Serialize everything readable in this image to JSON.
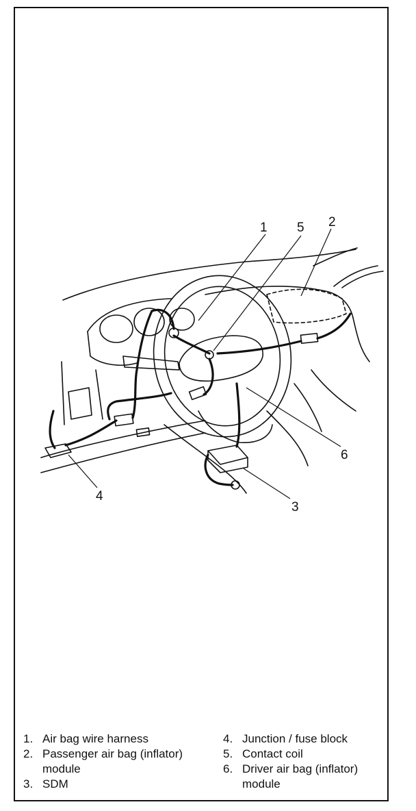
{
  "callouts": [
    "1",
    "5",
    "2",
    "6",
    "4",
    "3"
  ],
  "legend": {
    "left": [
      {
        "num": "1.",
        "text": "Air bag wire harness"
      },
      {
        "num": "2.",
        "text": "Passenger air bag (inflator) module"
      },
      {
        "num": "3.",
        "text": "SDM"
      }
    ],
    "right": [
      {
        "num": "4.",
        "text": "Junction / fuse block"
      },
      {
        "num": "5.",
        "text": "Contact coil"
      },
      {
        "num": "6.",
        "text": "Driver air bag (inflator) module"
      }
    ]
  }
}
